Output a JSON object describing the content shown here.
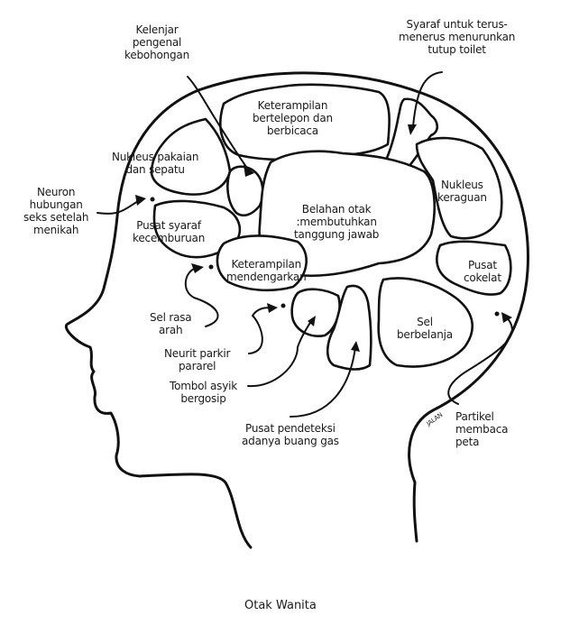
{
  "caption": "Otak Wanita",
  "colors": {
    "ink": "#111111",
    "background": "#ffffff"
  },
  "labels": {
    "kelenjar": "Kelenjar\npengenal\nkebohongan",
    "syaraf_toilet": "Syaraf untuk terus-\nmenerus menurunkan\ntutup toilet",
    "bertelepon": "Keterampilan\nbertelepon dan\nberbicaca",
    "nukleus_pakaian": "Nukleus pakaian\ndan sepatu",
    "neuron_seks": "Neuron\nhubungan\nseks setelah\nmenikah",
    "nukleus_keraguan": "Nukleus\nkeraguan",
    "belahan": "Belahan otak\n:membutuhkan\ntanggung jawab",
    "cemburu": "Pusat syaraf\nkecemburuan",
    "mendengarkan": "Keterampilan\nmendengarkan",
    "cokelat": "Pusat\ncokelat",
    "sel_arah": "Sel rasa\narah",
    "neurit_parkir": "Neurit parkir\npararel",
    "sel_belanja": "Sel\nberbelanja",
    "tombol_gosip": "Tombol asyik\nbergosip",
    "gas": "Pusat pendeteksi\nadanya buang gas",
    "peta": "Partikel\nmembaca\npeta",
    "jalan_sign": "JALAN"
  }
}
